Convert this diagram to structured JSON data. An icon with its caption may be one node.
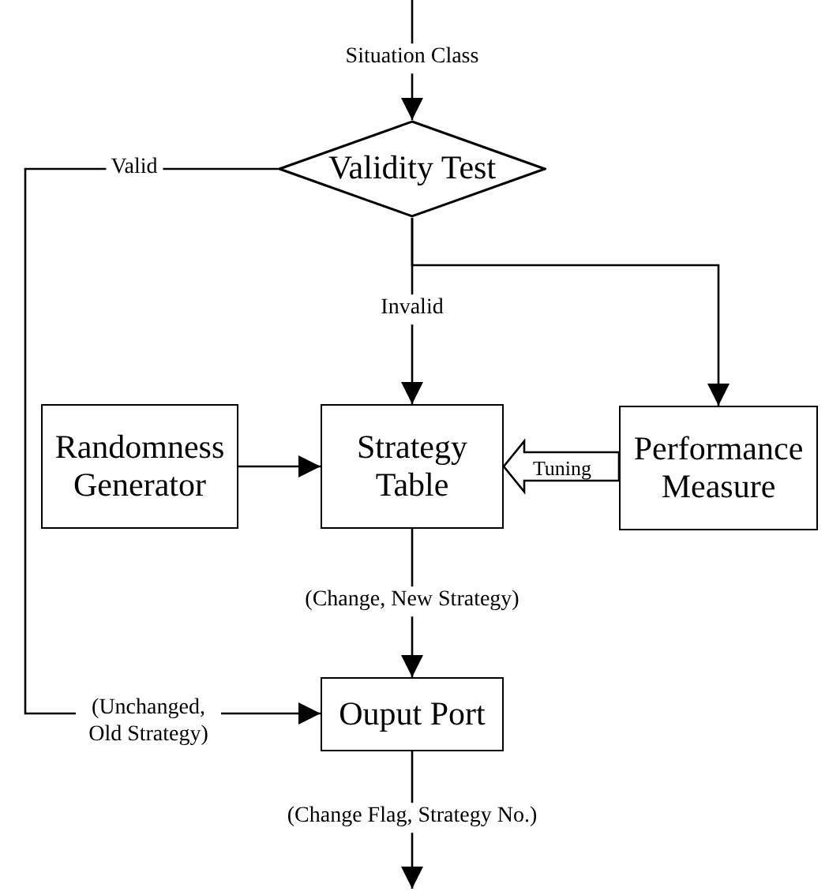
{
  "diagram": {
    "nodes": [
      {
        "text": [
          "Validity Test"
        ]
      },
      {
        "text": [
          "Randomness Generator"
        ]
      },
      {
        "text": [
          "Strategy Table"
        ]
      },
      {
        "text": [
          "Performance Measure"
        ]
      },
      {
        "text": [
          "Ouput Port"
        ]
      }
    ],
    "edges": [
      {
        "from": null,
        "to": 0,
        "arrow": "to",
        "label": "Situation Class"
      },
      {
        "from": 0,
        "to": 2,
        "arrow": "to",
        "label": "Invalid"
      },
      {
        "from": 0,
        "to": 3,
        "arrow": "to"
      },
      {
        "from": 1,
        "to": 2,
        "arrow": "to"
      },
      {
        "from": 3,
        "to": 2,
        "arrow": "to",
        "label": "Tuning",
        "style": "thick"
      },
      {
        "from": 2,
        "to": 4,
        "arrow": "to",
        "label": "(Change, New Strategy)"
      },
      {
        "from": 0,
        "to": 4,
        "arrow": "to",
        "label": "Valid"
      },
      {
        "from": 4,
        "to": null,
        "arrow": "to",
        "label": "(Change Flag, Strategy No.)"
      }
    ],
    "labels": [
      "(Unchanged, Old Strategy)"
    ]
  }
}
